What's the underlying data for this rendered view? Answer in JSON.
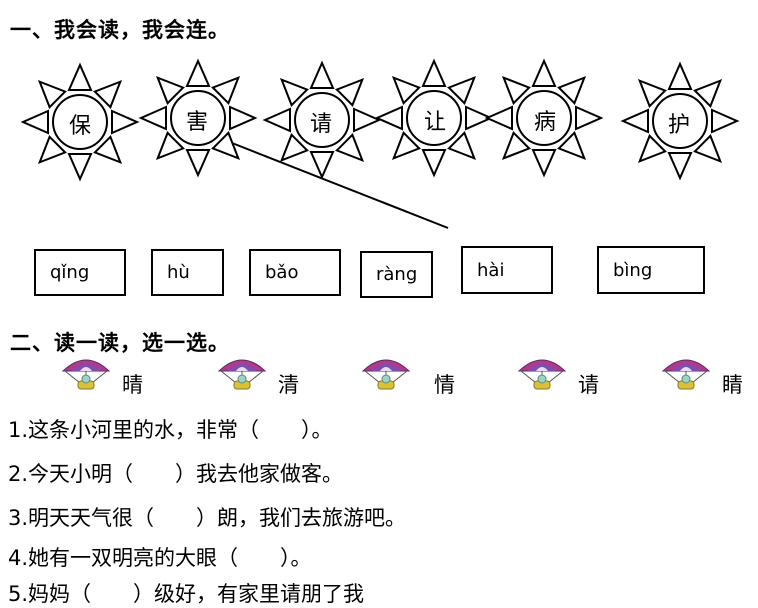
{
  "section1": {
    "title": "一、我会读，我会连。",
    "suns": [
      "保",
      "害",
      "请",
      "让",
      "病",
      "护"
    ],
    "pinyin": [
      "qǐng",
      "hù",
      "bǎo",
      "ràng",
      "hài",
      "bìng"
    ]
  },
  "section2": {
    "title": "二、读一读，选一选。",
    "options": [
      "晴",
      "清",
      "情",
      "请",
      "睛"
    ],
    "questions": [
      "1.这条小河里的水，非常（　　）。",
      "2.今天小明（　　）我去他家做客。",
      "3.明天天气很（　　）朗，我们去旅游吧。",
      "4.她有一双明亮的大眼（　　）。",
      "5.妈妈（　　）级好，有家里请朋了我"
    ]
  },
  "colors": {
    "parachute_top": "#b03a8c",
    "parachute_mid": "#7a4fb0",
    "basket": "#d9c23a"
  }
}
